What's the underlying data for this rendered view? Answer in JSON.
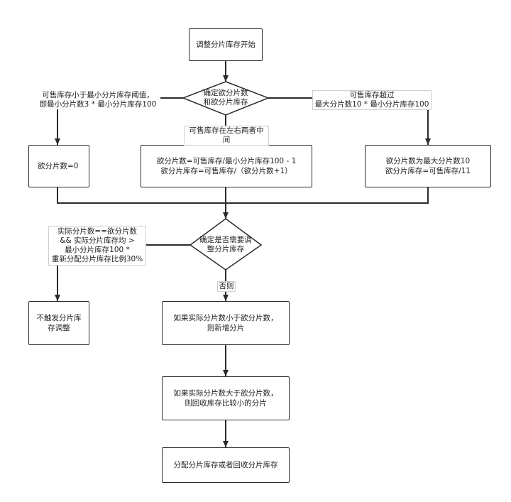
{
  "nodes": {
    "start": "调整分片库存开始",
    "decision1": "确定欲分片数\n和欲分片库存",
    "left_box": "欲分片数=0",
    "middle_box": "欲分片数=可售库存/最小分片库存100 - 1\n欲分片库存=可售库存/（欲分片数+1）",
    "right_box": "欲分片数为最大分片数10\n欲分片库存=可售库存/11",
    "decision2": "确定是否需要调\n整分片库存",
    "no_adjust": "不触发分片库\n存调整",
    "add_shards": "如果实际分片数小于欲分片数，\n则新增分片",
    "recycle_shards": "如果实际分片数大于欲分片数，\n则回收库存比较小的分片",
    "final": "分配分片库存或者回收分片库存"
  },
  "edge_labels": {
    "left_condition": "可售库存小于最小分片库存阈值，\n即最小分片数3 * 最小分片库存100",
    "middle_condition": "可售库存在左右两者中间",
    "right_condition": "可售库存超过\n最大分片数10 * 最小分片库存100",
    "no_adjust_condition": "实际分片数==欲分片数\n&& 实际分片库存均 >\n最小分片库存100 *\n重新分配分片库存比例30%",
    "else_label": "否则"
  },
  "colors": {
    "line": "#2b2b2b",
    "text": "#222222",
    "background": "#ffffff"
  }
}
